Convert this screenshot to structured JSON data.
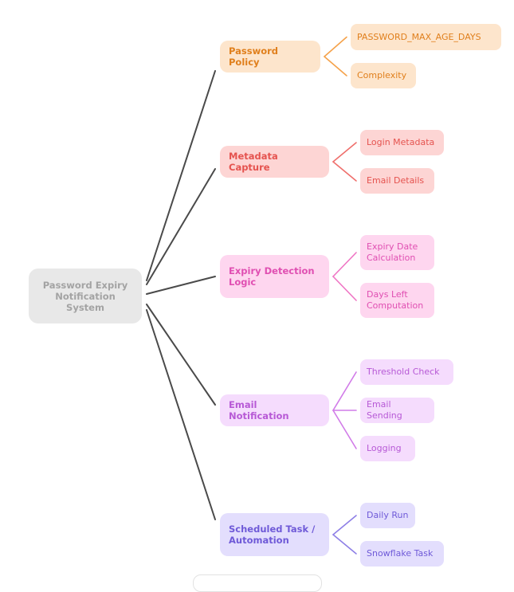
{
  "root": {
    "label": "Password Expiry Notification System"
  },
  "branches": [
    {
      "id": "password-policy",
      "label": "Password Policy",
      "color": "#f5a24a",
      "bg": "#fde5cc",
      "text": "#e07f1c",
      "children": [
        "PASSWORD_MAX_AGE_DAYS",
        "Complexity"
      ]
    },
    {
      "id": "metadata-capture",
      "label": "Metadata Capture",
      "color": "#ef6f6c",
      "bg": "#fdd5d4",
      "text": "#e5534f",
      "children": [
        "Login Metadata",
        "Email Details"
      ]
    },
    {
      "id": "expiry-detection-logic",
      "label": "Expiry Detection Logic",
      "color": "#ef74c4",
      "bg": "#fed6ef",
      "text": "#e04fb2",
      "children": [
        "Expiry Date Calculation",
        "Days Left Computation"
      ]
    },
    {
      "id": "email-notification",
      "label": "Email Notification",
      "color": "#d17be8",
      "bg": "#f5dcfd",
      "text": "#b759d6",
      "children": [
        "Threshold Check",
        "Email Sending",
        "Logging"
      ]
    },
    {
      "id": "scheduled-task-automation",
      "label": "Scheduled Task / Automation",
      "color": "#8e7fe6",
      "bg": "#e3defd",
      "text": "#6f5ad8",
      "children": [
        "Daily Run",
        "Snowflake Task"
      ]
    }
  ],
  "colors": {
    "trunk": "#4a4a4a",
    "root_bg": "#e8e8e8",
    "root_text": "#a3a3a3"
  }
}
